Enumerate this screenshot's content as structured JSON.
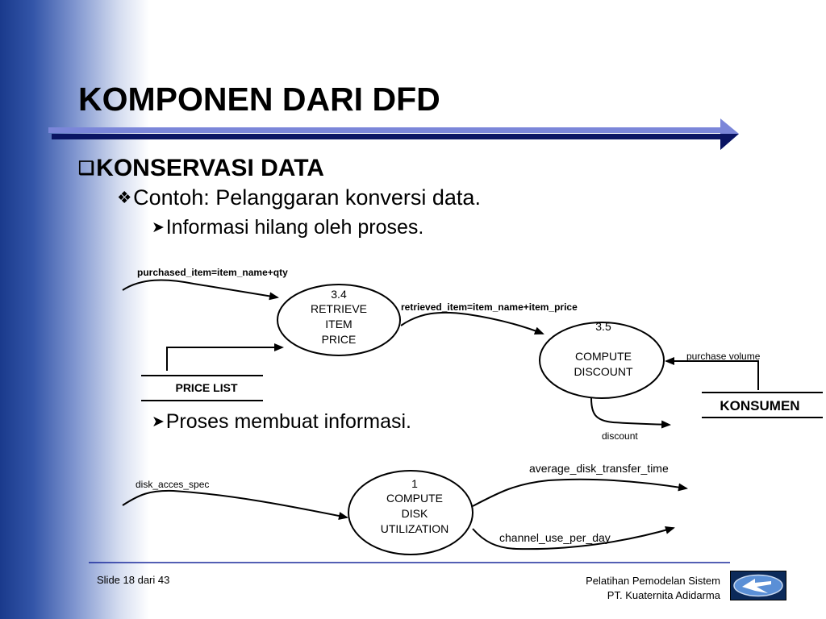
{
  "slide": {
    "title": "KOMPONEN DARI DFD",
    "bullet_level1": "KONSERVASI DATA",
    "bullet_level2": "Contoh: Pelanggaran konversi data.",
    "bullet_level3_a": "Informasi hilang oleh proses.",
    "bullet_level3_b": "Proses membuat informasi."
  },
  "diagram1": {
    "flow_purchased_item": "purchased_item=item_name+qty",
    "process_34": {
      "number": "3.4",
      "line1": "RETRIEVE",
      "line2": "ITEM",
      "line3": "PRICE"
    },
    "flow_retrieved_item": "retrieved_item=item_name+item_price",
    "process_35": {
      "number": "3.5",
      "line1": "COMPUTE",
      "line2": "DISCOUNT"
    },
    "store_price_list": "PRICE LIST",
    "flow_purchase_volume": "purchase volume",
    "entity_konsumen": "KONSUMEN",
    "flow_discount": "discount"
  },
  "diagram2": {
    "flow_disk_acces_spec": "disk_acces_spec",
    "process_1": {
      "number": "1",
      "line1": "COMPUTE",
      "line2": "DISK",
      "line3": "UTILIZATION"
    },
    "flow_average": "average_disk_transfer_time",
    "flow_channel": "channel_use_per_day"
  },
  "footer": {
    "slide_number": "Slide 18 dari 43",
    "org_line1": "Pelatihan Pemodelan Sistem",
    "org_line2": "PT. Kuaternita Adidarma"
  },
  "icons": {
    "bullet1": "square-bullet-icon",
    "bullet2": "diamond-bullet-icon",
    "bullet3": "arrow-bullet-icon"
  },
  "colors": {
    "sidebar": "#1a3a8c",
    "rule": "#7b86d9",
    "rule_dark": "#0a1463",
    "footer_rule": "#1a2a9c"
  }
}
